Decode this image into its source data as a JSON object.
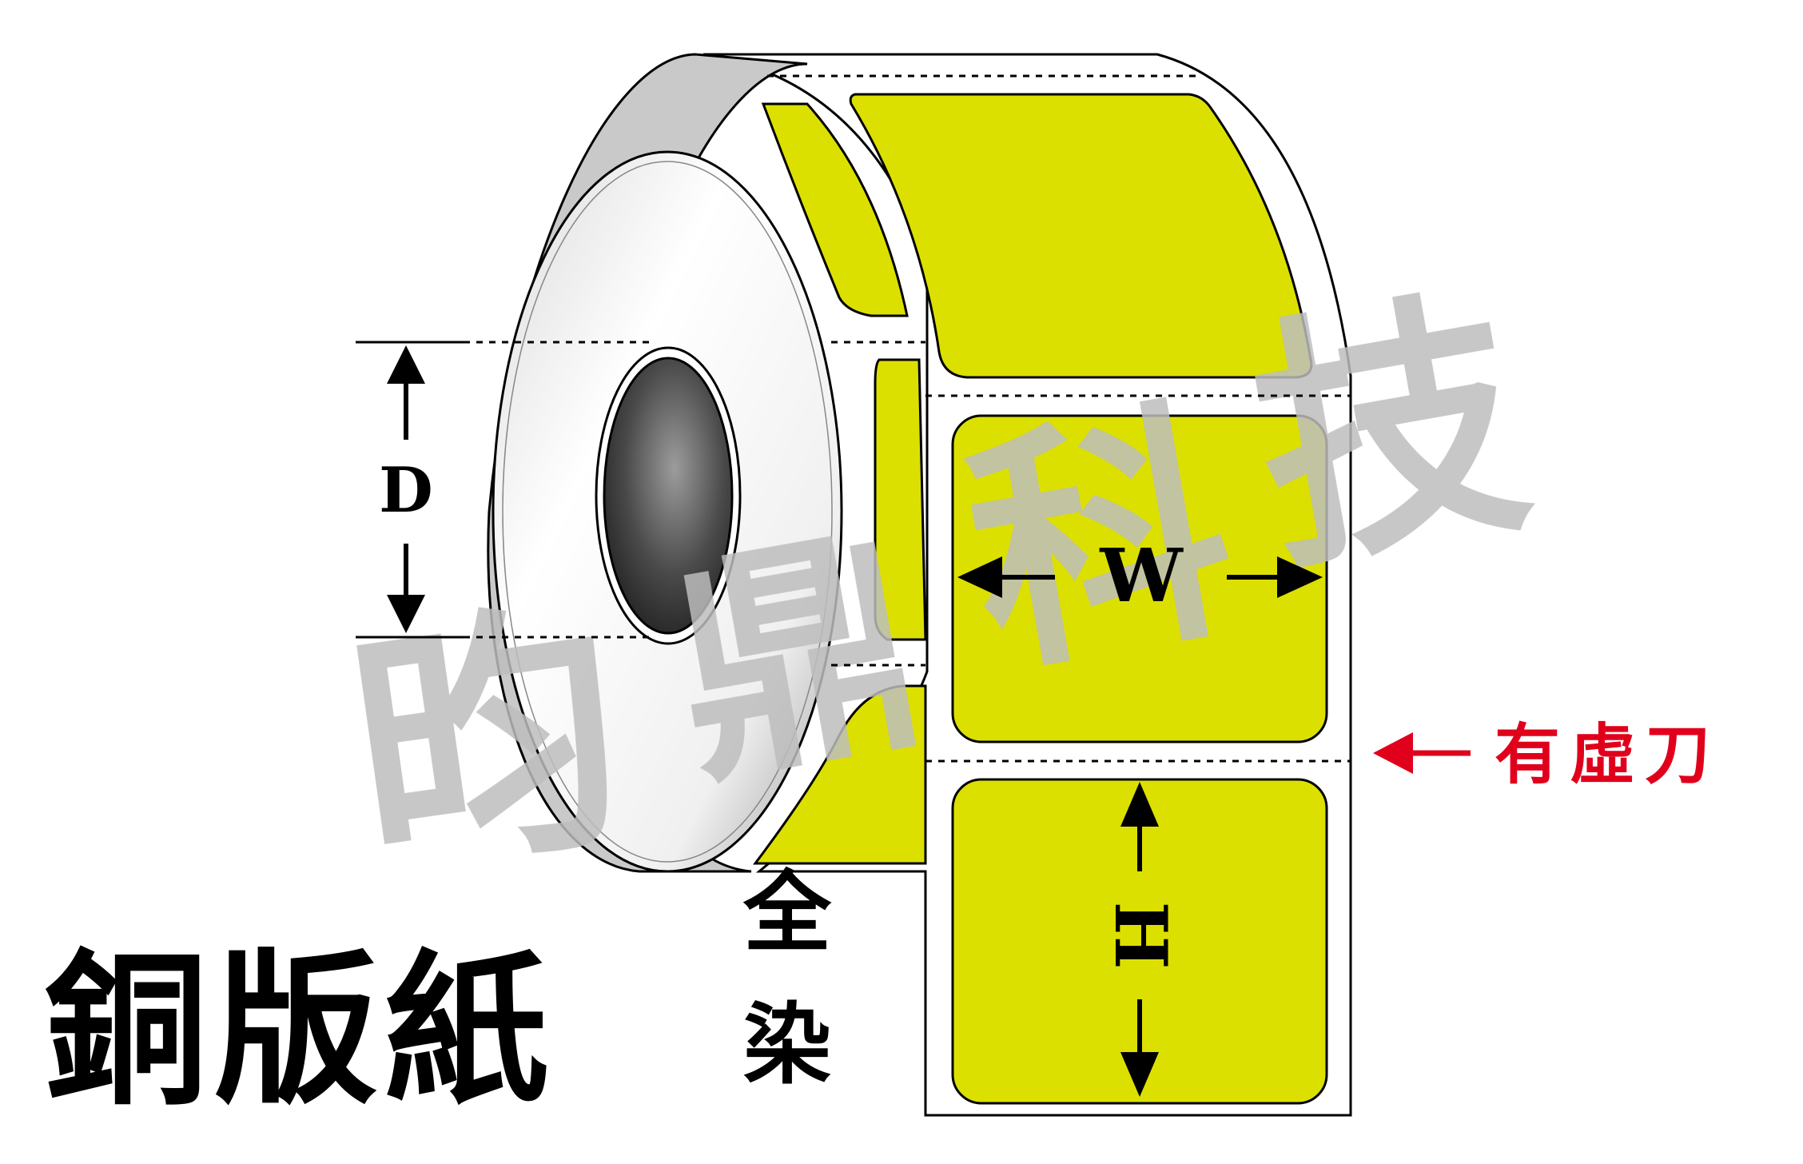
{
  "labels": {
    "diameter": "D",
    "width": "W",
    "height": "H",
    "die_cut_note": "有虛刀",
    "material": "銅版紙",
    "coverage_top": "全",
    "coverage_bottom": "染"
  },
  "watermark": {
    "chars": [
      "昀",
      "鼎",
      "科",
      "技"
    ]
  },
  "colors": {
    "label_yellow": "#DCE000",
    "outline": "#000000",
    "note_red": "#E0001B",
    "watermark_gray": "#BDBDBD",
    "core_dark": "#2B2B2B"
  },
  "icons": [
    "roll-icon",
    "core-hole-icon",
    "double-arrow-icon",
    "left-arrow-icon"
  ]
}
